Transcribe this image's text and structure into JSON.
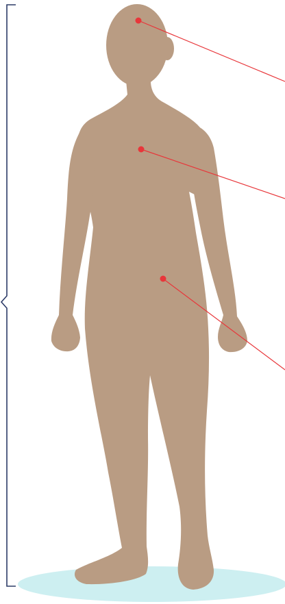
{
  "figure": {
    "body_color": "#B99C83",
    "floor_shadow_color": "#CDEFF1",
    "bracket_color": "#2B3A67",
    "marker_color": "#E8363A",
    "background": "#FFFFFF"
  },
  "markers": [
    {
      "id": "head"
    },
    {
      "id": "chest"
    },
    {
      "id": "abdomen"
    }
  ]
}
